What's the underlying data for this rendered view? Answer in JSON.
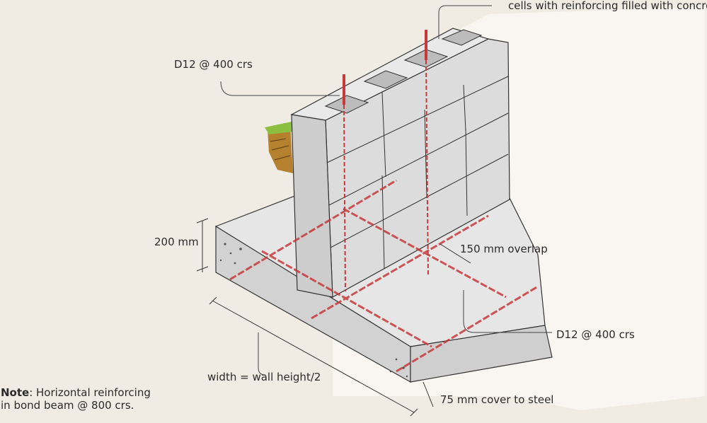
{
  "labels": {
    "cells_filled": "cells with reinforcing filled with concrete",
    "vertical_bar": "D12 @ 400 crs",
    "footing_bar": "D12 @ 400 crs",
    "footing_depth": "200 mm",
    "overlap": "150 mm overlap",
    "width": "width = wall height/2",
    "cover": "75 mm cover to steel"
  },
  "note": {
    "prefix": "Note",
    "text": ": Horizontal reinforcing in bond beam @ 800 crs."
  },
  "colors": {
    "background": "#f1ece3",
    "rebar": "#c8393b",
    "rebar_light": "#e9b3b3",
    "block_face": "#dcdcdc",
    "block_top": "#e9e9e9",
    "footing_top": "#e6e6e6",
    "footing_side": "#d2d2d2",
    "soil": "#b5812e",
    "grass": "#8cbf3f"
  }
}
